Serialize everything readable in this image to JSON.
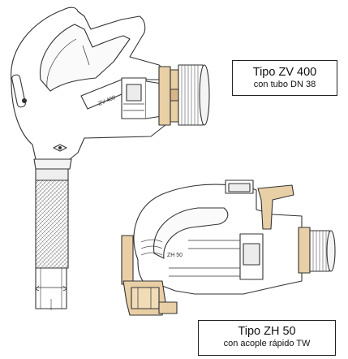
{
  "figure": {
    "nozzle_zv": {
      "caption_title": "Tipo ZV 400",
      "caption_sub": "con tubo DN 38",
      "body_marking": "ZV 400"
    },
    "nozzle_zh": {
      "caption_title": "Tipo ZH 50",
      "caption_sub": "con acople rápido TW",
      "body_marking": "ZH 50"
    },
    "colors": {
      "line": "#333333",
      "body_fill": "#ffffff",
      "shade": "#e6e6e6",
      "accent_beige": "#e9cfa6"
    }
  }
}
